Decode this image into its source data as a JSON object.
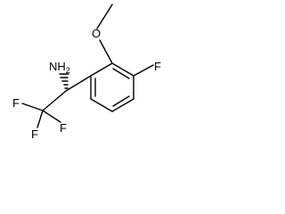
{
  "molecule": {
    "atoms": {
      "methoxy_oxygen": "O",
      "aryl_fluorine": "F",
      "amine": {
        "symbol": "NH",
        "subscript": "2"
      },
      "cf3_fluorine_left": "F",
      "cf3_fluorine_bottom": "F",
      "cf3_fluorine_right": "F"
    },
    "stereo": {
      "chiral_center_bond": "hashed-wedge"
    },
    "colors": {
      "bonds": "#000000",
      "labels": "#000000",
      "background": "#ffffff"
    }
  }
}
